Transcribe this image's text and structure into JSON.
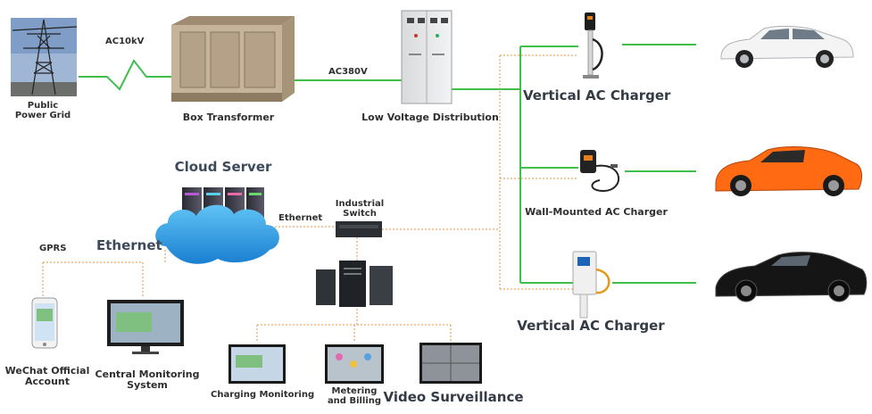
{
  "grid": {
    "title_line1": "Public",
    "title_line2": "Power Grid"
  },
  "links": {
    "ac10kv": "AC10kV",
    "ac380v": "AC380V",
    "gprs": "GPRS",
    "ethernet_small": "Ethernet",
    "ethernet_big": "Ethernet"
  },
  "transformer": {
    "label": "Box Transformer"
  },
  "distribution": {
    "label": "Low Voltage Distribution"
  },
  "chargers": {
    "top": "Vertical AC Charger",
    "middle": "Wall-Mounted AC Charger",
    "bottom": "Vertical AC Charger"
  },
  "cloud": {
    "label": "Cloud Server"
  },
  "switch": {
    "line1": "Industrial",
    "line2": "Switch"
  },
  "clients": {
    "wechat_line1": "WeChat Official",
    "wechat_line2": "Account",
    "central_line1": "Central Monitoring",
    "central_line2": "System"
  },
  "monitors": {
    "charging": "Charging Monitoring",
    "metering_line1": "Metering",
    "metering_line2": "and Billing",
    "video": "Video Surveillance"
  },
  "colors": {
    "power_line": "#3fbf4c",
    "data_line": "#e8a76a",
    "car_top": "#f4f4f4",
    "car_middle": "#ff6a12",
    "car_bottom": "#151515"
  }
}
